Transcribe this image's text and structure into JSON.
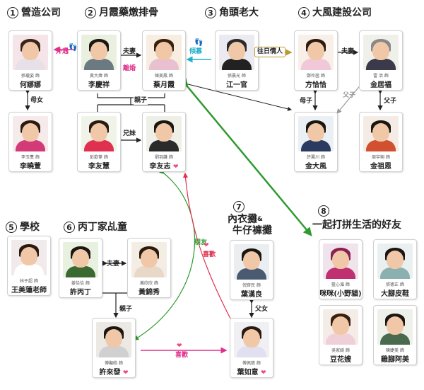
{
  "groups": {
    "g1": {
      "num": "1",
      "title": "營造公司"
    },
    "g2": {
      "num": "2",
      "title": "月霞藥燉排骨"
    },
    "g3": {
      "num": "3",
      "title": "角頭老大"
    },
    "g4": {
      "num": "4",
      "title": "大風建設公司"
    },
    "g5": {
      "num": "5",
      "title": "學校"
    },
    "g6": {
      "num": "6",
      "title": "丙丁家乩童"
    },
    "g7": {
      "num": "7",
      "title": "內衣攤",
      "title_amp": "&",
      "title2": "牛仔褲攤"
    },
    "g8": {
      "num": "8",
      "title": "一起打拼生活的好友"
    }
  },
  "people": {
    "hernana": {
      "actor": "張瓊姿 飾",
      "role": "何娜娜"
    },
    "lixiaoxuan": {
      "actor": "李玉薰 飾",
      "role": "李曉萱"
    },
    "liqingxiang": {
      "actor": "黃大煒 飾",
      "role": "李慶祥"
    },
    "caiyuexia": {
      "actor": "陳美鳳 飾",
      "role": "蔡月霞"
    },
    "lixiaohui": {
      "actor": "彭歆葦 飾",
      "role": "李友慧"
    },
    "liyouzhi": {
      "actor": "劉羽謙 飾",
      "role": "李友志"
    },
    "jiangyiguan": {
      "actor": "張晨光 飾",
      "role": "江一官"
    },
    "fangqiaqia": {
      "actor": "鄭伶茵 飾",
      "role": "方恰恰"
    },
    "jinjuxiang": {
      "actor": "雷 洪 飾",
      "role": "金居福"
    },
    "jindafeng": {
      "actor": "許翼川 飾",
      "role": "金大風"
    },
    "jinzuen": {
      "actor": "周宇翔 飾",
      "role": "金祖恩"
    },
    "wangmeilian": {
      "actor": "林于超 飾",
      "role": "王美蓮老師"
    },
    "xubingding": {
      "actor": "姜恰恰 飾",
      "role": "許丙丁"
    },
    "huangjinxiu": {
      "actor": "萬欣欣 飾",
      "role": "黃錦秀"
    },
    "xulaifa": {
      "actor": "傅顯皓 飾",
      "role": "許來發"
    },
    "yexiliang": {
      "actor": "倪齊民 飾",
      "role": "葉漢良"
    },
    "yeruyi": {
      "actor": "傅佩慈 飾",
      "role": "葉如意"
    },
    "mimi": {
      "actor": "藍心湄 飾",
      "role": "咪咪(小野貓)"
    },
    "dajiao": {
      "actor": "張德正 飾",
      "role": "大腳皮鞋"
    },
    "douhuabian": {
      "actor": "吳家綺 飾",
      "role": "豆花嫂"
    },
    "jijiaomei": {
      "actor": "陳婕美 飾",
      "role": "雞腳阿美"
    }
  },
  "relations": {
    "waiyu": "外遇",
    "fuqi1": "夫妻",
    "lihun": "離婚",
    "qingmu": "傾慕",
    "wangri": "往日情人",
    "fuqi2": "夫妻",
    "munv1": "母女",
    "qinzi1": "親子",
    "xiongmei": "兄妹",
    "muzi": "母子",
    "fuzi_gray": "父子",
    "fuzi": "父子",
    "pengyou": "朋友",
    "xihuan1": "喜歡",
    "fuqi3": "夫妻",
    "qinzi2": "親子",
    "fuer": "父女",
    "xihuan2": "喜歡"
  },
  "colors": {
    "pink": "#e0308c",
    "cyan": "#20b0c8",
    "green": "#2e9a2e",
    "red": "#e0304c",
    "gold": "#b89a30",
    "gray": "#9a9a9a"
  }
}
